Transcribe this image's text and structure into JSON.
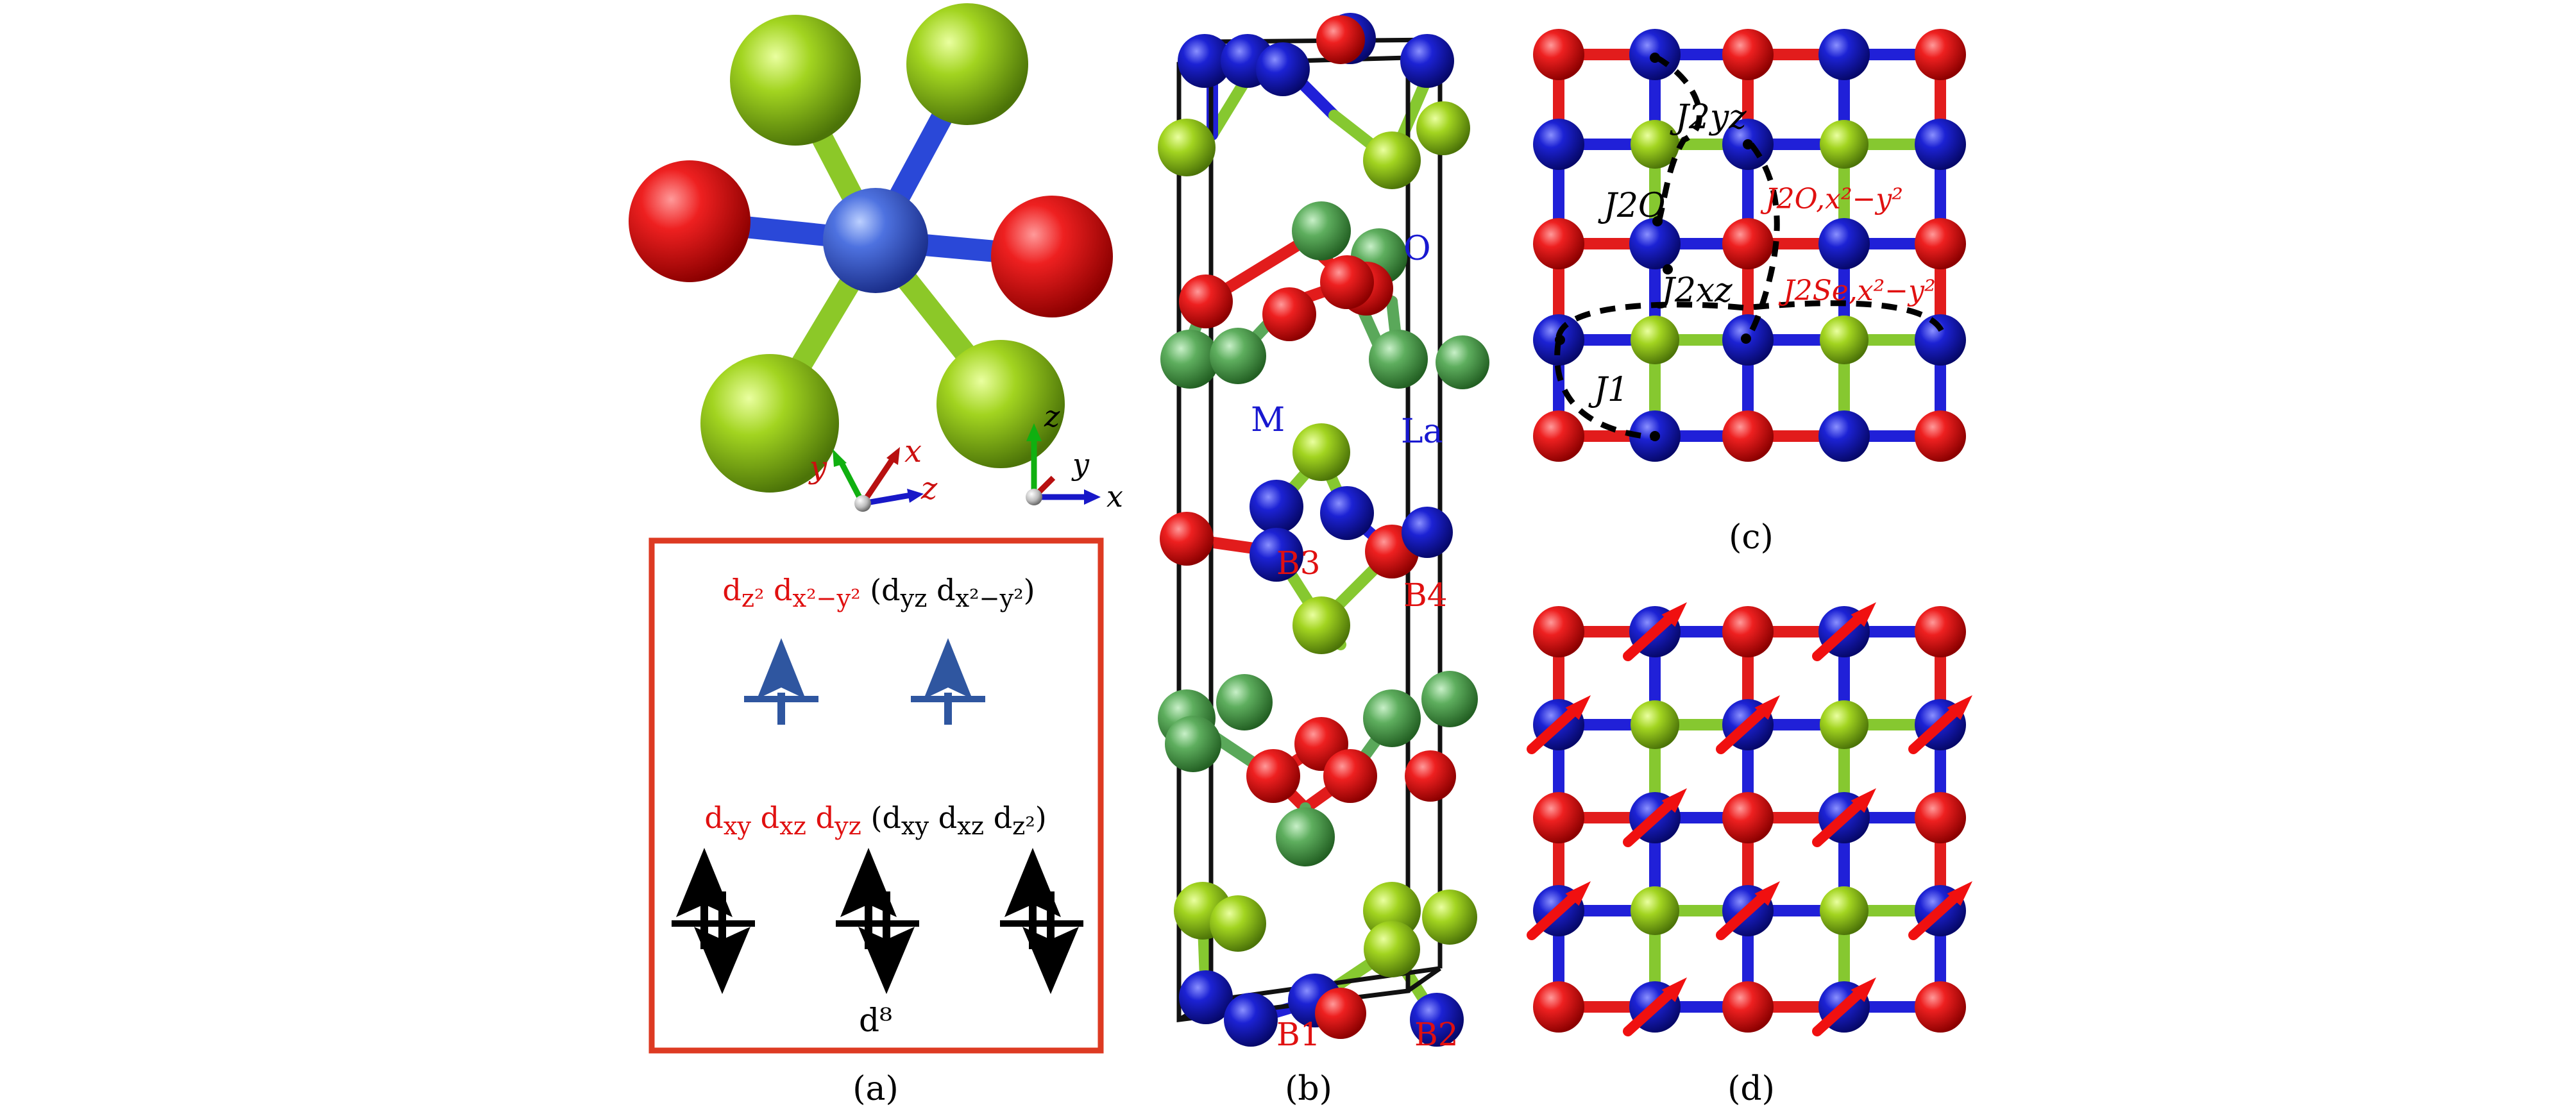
{
  "colors": {
    "red_atom": "#e01818",
    "blue_atom": "#1a20d0",
    "lightgreen_atom": "#9cd21e",
    "darkgreen_atom": "#5aa85a",
    "bond_red": "#e21c1c",
    "bond_blue": "#2020d8",
    "bond_green": "#86c830",
    "label_red": "#e01010",
    "label_blue": "#1818d0",
    "orbital_blue": "#2f56a0",
    "frame_red": "#dd3a22"
  },
  "panels": {
    "a": {
      "caption": "(a)",
      "axes1": {
        "y": "y",
        "x": "x",
        "z": "z"
      },
      "axes2": {
        "z": "z",
        "y": "y",
        "x": "x"
      },
      "box": {
        "upper_red": "d<sub>z²</sub> d<sub>x²−y²</sub>",
        "upper_black": "(d<sub>yz</sub> d<sub>x²−y²</sub>)",
        "lower_red": "d<sub>xy</sub> d<sub>xz</sub> d<sub>yz</sub>",
        "lower_black": "(d<sub>xy</sub> d<sub>xz</sub> d<sub>z²</sub>)",
        "config": "d⁸"
      }
    },
    "b": {
      "caption": "(b)",
      "labels": {
        "O": "O",
        "M": "M",
        "La": "La",
        "B3": "B3",
        "B4": "B4",
        "B1": "B1",
        "B2": "B2"
      }
    },
    "c": {
      "caption": "(c)",
      "couplings": {
        "J2yz": "J2yz",
        "J2O": "J2O",
        "J2O_x2y2": "J2O,x²−y²",
        "J2xz": "J2xz",
        "J2Se_x2y2": "J2Se,x²−y²",
        "J1": "J1"
      }
    },
    "d": {
      "caption": "(d)"
    }
  }
}
